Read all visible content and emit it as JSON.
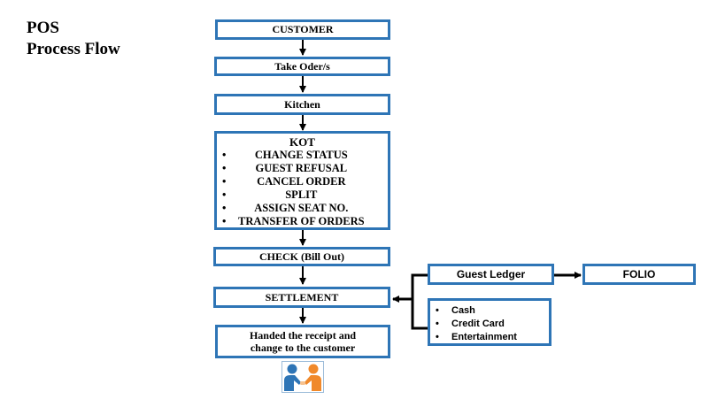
{
  "title": {
    "line1": "POS",
    "line2": "Process Flow"
  },
  "flow": {
    "customer": "CUSTOMER",
    "take_order": "Take Oder/s",
    "kitchen": "Kitchen",
    "kot": {
      "title": "KOT",
      "items": [
        "CHANGE  STATUS",
        "GUEST  REFUSAL",
        "CANCEL ORDER",
        "SPLIT",
        "ASSIGN SEAT NO.",
        "TRANSFER  OF ORDERS"
      ]
    },
    "check": "CHECK  (Bill Out)",
    "settlement": "SETTLEMENT",
    "handed": {
      "line1": "Handed  the receipt and",
      "line2": "change to the customer"
    }
  },
  "side": {
    "guest_ledger": "Guest Ledger",
    "folio": "FOLIO",
    "payments": [
      "Cash",
      "Credit Card",
      "Entertainment"
    ]
  },
  "colors": {
    "border": "#2e75b6",
    "arrow": "#000000"
  },
  "icon": "handshake-icon"
}
